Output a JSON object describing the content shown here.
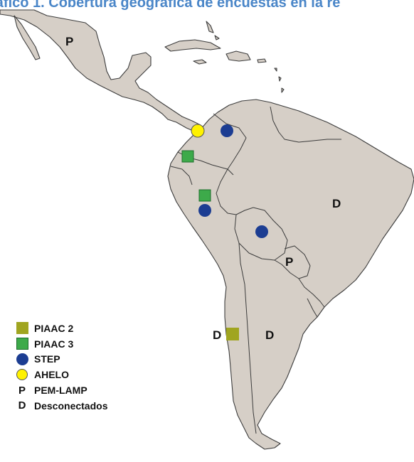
{
  "title": "ráfico 1. Cobertura geográfica de encuestas en la re",
  "colors": {
    "land": "#d6cfc7",
    "piaac2": "#a0a520",
    "piaac3": "#3daa4a",
    "step": "#1c3d92",
    "ahelo": "#fff200",
    "title": "#4a86c8"
  },
  "map_letters": {
    "mexico": "P",
    "brazil": "D",
    "paraguay": "P",
    "chile": "D",
    "argentina": "D"
  },
  "legend": [
    {
      "symbol": "olive-square-icon",
      "label": "PIAAC 2"
    },
    {
      "symbol": "green-square-icon",
      "label": "PIAAC 3"
    },
    {
      "symbol": "blue-circle-icon",
      "label": "STEP"
    },
    {
      "symbol": "yellow-circle-icon",
      "label": "AHELO"
    },
    {
      "symbol": "P",
      "label": "PEM-LAMP"
    },
    {
      "symbol": "D",
      "label": "Desconectados"
    }
  ]
}
